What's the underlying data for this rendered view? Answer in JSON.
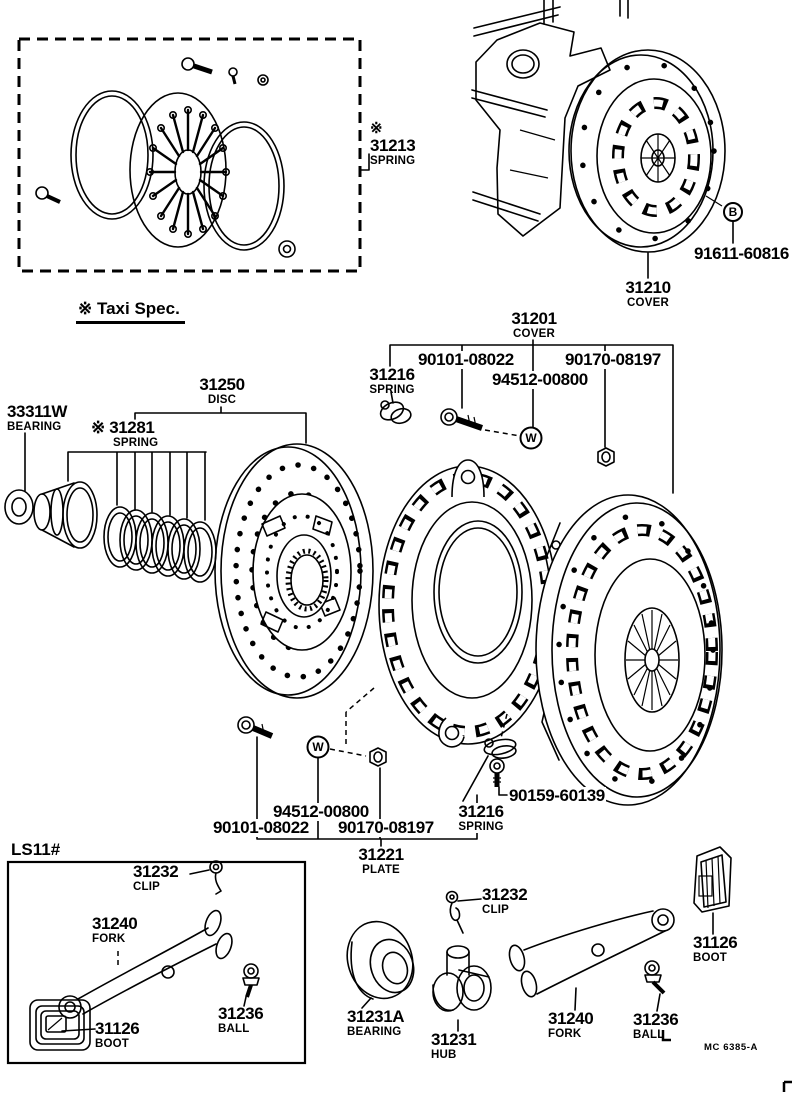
{
  "page": {
    "footer_code": "MC  6385-A",
    "taxi_note": "※ Taxi Spec.",
    "asterisk": "※",
    "ls11_title": "LS11#",
    "ink_color": "#000000",
    "background_color": "#ffffff"
  },
  "markers": {
    "washer": "W",
    "bolt": "B"
  },
  "labels": {
    "spring_taxi": {
      "number": "31213",
      "name": "SPRING"
    },
    "cover_bolt": "91611-60816",
    "cover_assy": {
      "number": "31210",
      "name": "COVER"
    },
    "clutch_cover": {
      "number": "31201",
      "name": "COVER"
    },
    "bolt_top": "90101-08022",
    "nut_top": "90170-08197",
    "washer_top": "94512-00800",
    "spring_top": {
      "number": "31216",
      "name": "SPRING"
    },
    "bearing_left": {
      "number": "33311W",
      "name": "BEARING"
    },
    "spring_set": {
      "number": "31281",
      "name": "SPRING"
    },
    "disc": {
      "number": "31250",
      "name": "DISC"
    },
    "washer_bottom": "94512-00800",
    "bolt_bottom": "90101-08022",
    "nut_bottom": "90170-08197",
    "spring_bottom": {
      "number": "31216",
      "name": "SPRING"
    },
    "screw": "90159-60139",
    "plate": {
      "number": "31221",
      "name": "PLATE"
    },
    "clip_left": {
      "number": "31232",
      "name": "CLIP"
    },
    "fork_left": {
      "number": "31240",
      "name": "FORK"
    },
    "boot_left": {
      "number": "31126",
      "name": "BOOT"
    },
    "ball_left": {
      "number": "31236",
      "name": "BALL"
    },
    "release_bearing": {
      "number": "31231A",
      "name": "BEARING"
    },
    "hub": {
      "number": "31231",
      "name": "HUB"
    },
    "clip_right": {
      "number": "31232",
      "name": "CLIP"
    },
    "fork_right": {
      "number": "31240",
      "name": "FORK"
    },
    "ball_right": {
      "number": "31236",
      "name": "BALL"
    },
    "boot_right": {
      "number": "31126",
      "name": "BOOT"
    }
  }
}
